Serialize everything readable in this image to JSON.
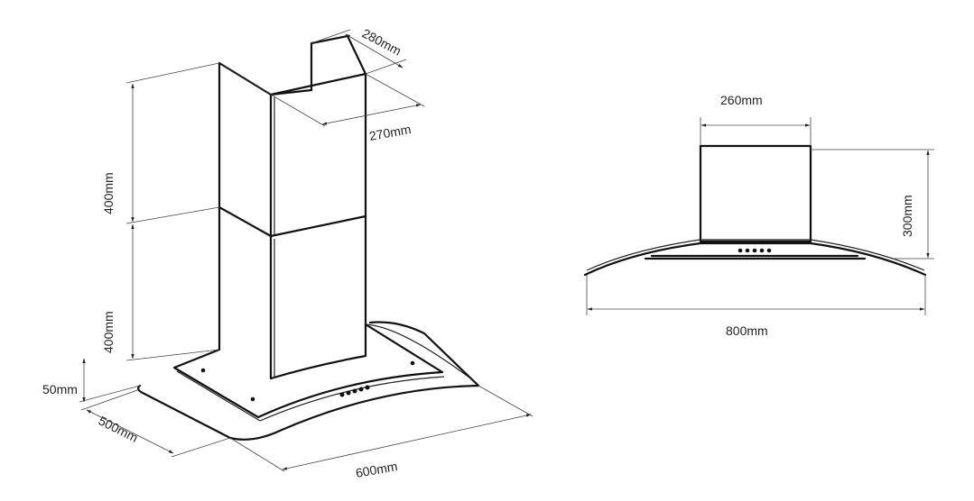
{
  "side_view": {
    "dimensions": {
      "chimney_depth": "280mm",
      "chimney_width": "270mm",
      "upper_chimney_height": "400mm",
      "lower_chimney_height": "400mm",
      "canopy_height": "50mm",
      "canopy_depth": "500mm",
      "canopy_width": "600mm"
    },
    "control_buttons": 5
  },
  "front_view": {
    "dimensions": {
      "chimney_width": "260mm",
      "height": "300mm",
      "overall_width": "800mm"
    },
    "control_buttons": 5
  }
}
